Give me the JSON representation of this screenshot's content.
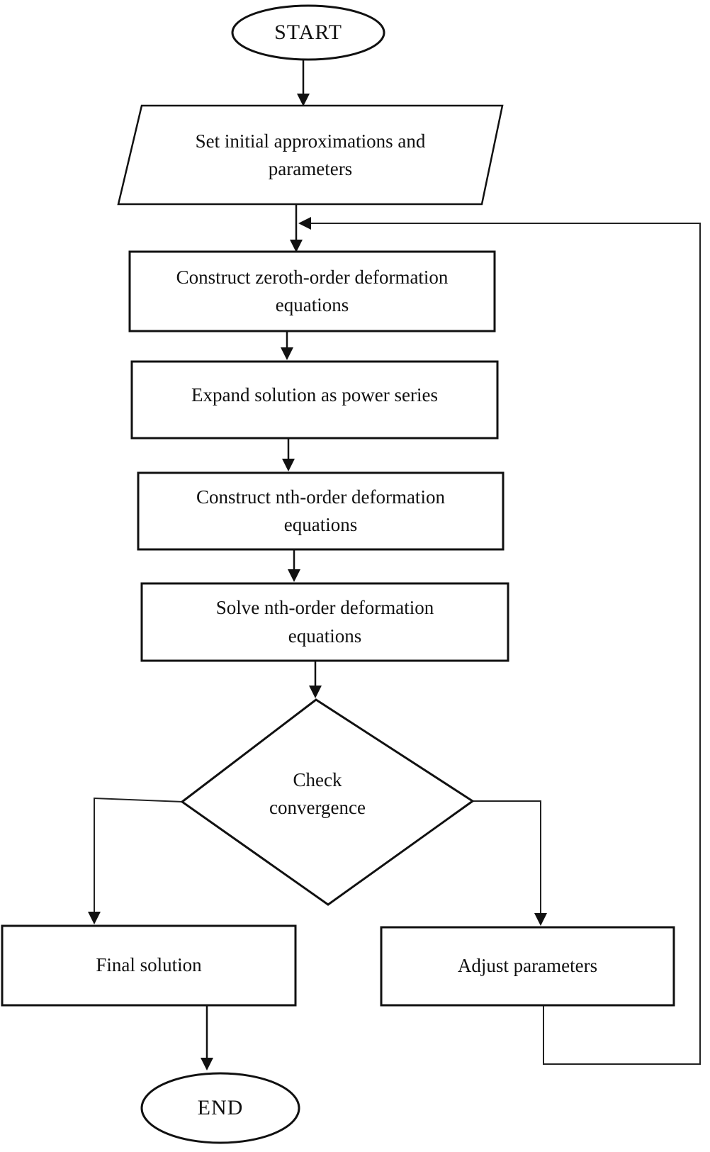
{
  "diagram": {
    "title": "Homotopy analysis method flowchart",
    "background": "#ffffff",
    "stroke_color": "#1a1a1a",
    "nodes": {
      "start": {
        "label": "START",
        "shape": "terminator"
      },
      "init": {
        "label": "Set initial approximations and\nparameters",
        "shape": "data-parallelogram"
      },
      "zeroth": {
        "label": "Construct zeroth-order deformation\nequations",
        "shape": "process"
      },
      "expand": {
        "label": "Expand solution as power series",
        "shape": "process"
      },
      "nth": {
        "label": "Construct nth-order deformation\nequations",
        "shape": "process"
      },
      "solve": {
        "label": "Solve nth-order deformation\nequations",
        "shape": "process"
      },
      "check": {
        "label": "Check\nconvergence",
        "shape": "decision"
      },
      "final": {
        "label": "Final solution",
        "shape": "process"
      },
      "adjust": {
        "label": "Adjust parameters",
        "shape": "process"
      },
      "end": {
        "label": "END",
        "shape": "terminator"
      }
    },
    "edges": [
      {
        "from": "start",
        "to": "init"
      },
      {
        "from": "init",
        "to": "zeroth"
      },
      {
        "from": "zeroth",
        "to": "expand"
      },
      {
        "from": "expand",
        "to": "nth"
      },
      {
        "from": "nth",
        "to": "solve"
      },
      {
        "from": "solve",
        "to": "check"
      },
      {
        "from": "check",
        "to": "final"
      },
      {
        "from": "check",
        "to": "adjust"
      },
      {
        "from": "final",
        "to": "end"
      },
      {
        "from": "adjust",
        "to": "zeroth",
        "type": "feedback-loop"
      }
    ]
  }
}
